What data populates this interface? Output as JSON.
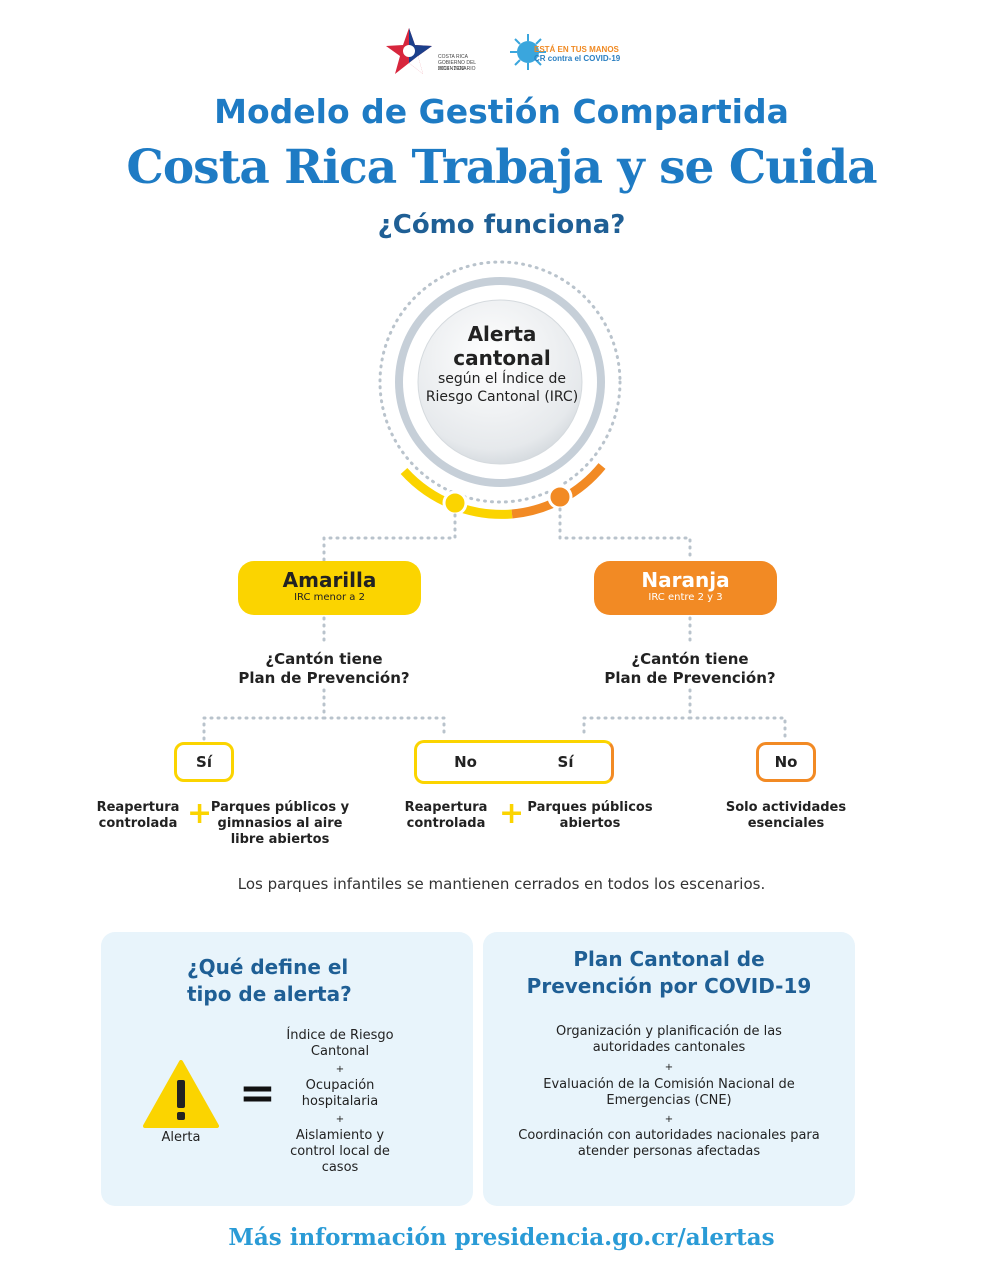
{
  "logos": {
    "left": {
      "line1": "COSTA RICA",
      "line2": "GOBIERNO DEL BICENTENARIO",
      "line3": "2018 - 2022"
    },
    "right": {
      "line1": "ESTÁ EN TUS MANOS",
      "line2": "CR contra el COVID-19"
    }
  },
  "header": {
    "subtitle": "Modelo de Gestión Compartida",
    "title": "Costa Rica Trabaja y se Cuida",
    "question": "¿Cómo funciona?"
  },
  "center": {
    "title": "Alerta cantonal",
    "desc": "según el Índice de Riesgo Cantonal (IRC)"
  },
  "branches": {
    "yellow": {
      "label": "Amarilla",
      "sub": "IRC menor a 2",
      "question_l1": "¿Cantón tiene",
      "question_l2": "Plan de Prevención?",
      "yes": "Sí",
      "no": "No",
      "yes_r1": "Reapertura controlada",
      "yes_r2": "Parques públicos y gimnasios al aire libre abiertos"
    },
    "orange": {
      "label": "Naranja",
      "sub": "IRC entre 2 y 3",
      "question_l1": "¿Cantón tiene",
      "question_l2": "Plan de Prevención?",
      "yes": "Sí",
      "no": "No",
      "no_r1": "Solo actividades esenciales"
    },
    "shared": {
      "r1": "Reapertura controlada",
      "r2": "Parques públicos abiertos"
    }
  },
  "note": "Los parques infantiles se mantienen cerrados en todos los escenarios.",
  "panel_left": {
    "title_l1": "¿Qué define el",
    "title_l2": "tipo de alerta?",
    "alert_label": "Alerta",
    "equals": "=",
    "item1": "Índice de Riesgo Cantonal",
    "item2": "Ocupación hospitalaria",
    "item3": "Aislamiento y control local de casos",
    "plus": "+"
  },
  "panel_right": {
    "title_l1": "Plan Cantonal de",
    "title_l2": "Prevención por COVID-19",
    "item1": "Organización y planificación de las autoridades cantonales",
    "item2": "Evaluación de la Comisión Nacional de Emergencias (CNE)",
    "item3": "Coordinación con autoridades nacionales para atender personas afectadas",
    "plus": "+"
  },
  "footer": "Más información presidencia.go.cr/alertas",
  "colors": {
    "blue": "#1e7bc4",
    "dark_blue": "#1f5f95",
    "yellow": "#fbd400",
    "orange": "#f28a24",
    "panel": "#e8f4fb"
  }
}
